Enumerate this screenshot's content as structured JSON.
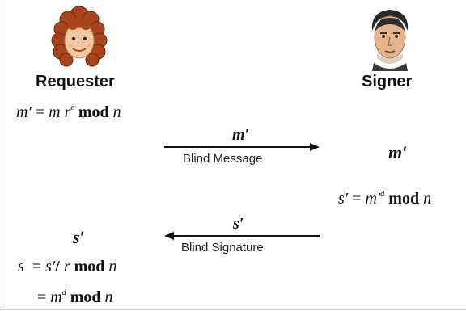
{
  "requester": {
    "label": "Requester",
    "blind_formula": {
      "lhs": "m′",
      "eq": "=",
      "m": "m",
      "r": "r",
      "e": "e",
      "mod": "mod",
      "n": "n"
    },
    "received_sig": "s′",
    "unblind_line1": {
      "lhs": "s",
      "eq": "=",
      "sp": "s′",
      "slash": "/",
      "r": "r",
      "mod": "mod",
      "n": "n"
    },
    "unblind_line2": {
      "eq": "=",
      "m": "m",
      "d": "d",
      "mod": "mod",
      "n": "n"
    }
  },
  "signer": {
    "label": "Signer",
    "received_msg": "m′",
    "sign_formula": {
      "lhs": "s′",
      "eq": "=",
      "m": "m′",
      "d": "d",
      "mod": "mod",
      "n": "n"
    }
  },
  "arrow_to_signer": {
    "symbol": "m′",
    "caption": "Blind Message",
    "direction": "right"
  },
  "arrow_to_requester": {
    "symbol": "s′",
    "caption": "Blind Signature",
    "direction": "left"
  },
  "colors": {
    "text": "#111111",
    "arrow": "#111111",
    "hair": "#9a3a1a",
    "skin": "#f2c9a0"
  },
  "icons": [
    "requester-avatar-icon",
    "signer-avatar-icon"
  ]
}
